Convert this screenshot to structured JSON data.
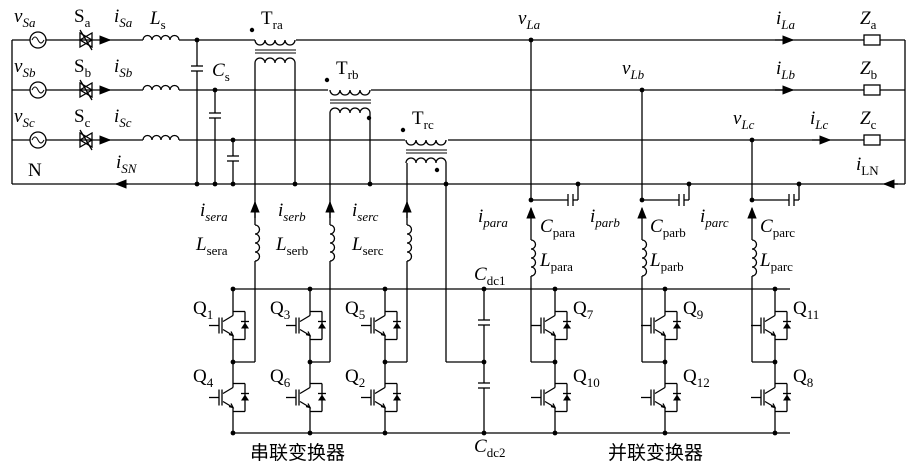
{
  "sources": [
    {
      "label": "v",
      "sub": "Sa"
    },
    {
      "label": "v",
      "sub": "Sb"
    },
    {
      "label": "v",
      "sub": "Sc"
    }
  ],
  "switches": [
    {
      "label": "S",
      "sub": "a"
    },
    {
      "label": "S",
      "sub": "b"
    },
    {
      "label": "S",
      "sub": "c"
    }
  ],
  "line_currents": [
    {
      "label": "i",
      "sub": "Sa"
    },
    {
      "label": "i",
      "sub": "Sb"
    },
    {
      "label": "i",
      "sub": "Sc"
    }
  ],
  "neutral": {
    "label": "N",
    "current": "i",
    "current_sub": "SN"
  },
  "source_inductor": {
    "label": "L",
    "sub": "s"
  },
  "source_cap": {
    "label": "C",
    "sub": "s"
  },
  "transformers": [
    {
      "label": "T",
      "sub": "ra"
    },
    {
      "label": "T",
      "sub": "rb"
    },
    {
      "label": "T",
      "sub": "rc"
    }
  ],
  "load_voltages": [
    {
      "label": "v",
      "sub": "La"
    },
    {
      "label": "v",
      "sub": "Lb"
    },
    {
      "label": "v",
      "sub": "Lc"
    }
  ],
  "load_currents": [
    {
      "label": "i",
      "sub": "La"
    },
    {
      "label": "i",
      "sub": "Lb"
    },
    {
      "label": "i",
      "sub": "Lc"
    }
  ],
  "loads": [
    {
      "label": "Z",
      "sub": "a"
    },
    {
      "label": "Z",
      "sub": "b"
    },
    {
      "label": "Z",
      "sub": "c"
    }
  ],
  "load_neutral_current": {
    "label": "i",
    "sub": "LN"
  },
  "series_currents": [
    {
      "label": "i",
      "sub": "sera"
    },
    {
      "label": "i",
      "sub": "serb"
    },
    {
      "label": "i",
      "sub": "serc"
    }
  ],
  "series_inductors": [
    {
      "label": "L",
      "sub": "sera"
    },
    {
      "label": "L",
      "sub": "serb"
    },
    {
      "label": "L",
      "sub": "serc"
    }
  ],
  "parallel_currents": [
    {
      "label": "i",
      "sub": "para"
    },
    {
      "label": "i",
      "sub": "parb"
    },
    {
      "label": "i",
      "sub": "parc"
    }
  ],
  "parallel_caps": [
    {
      "label": "C",
      "sub": "para"
    },
    {
      "label": "C",
      "sub": "parb"
    },
    {
      "label": "C",
      "sub": "parc"
    }
  ],
  "parallel_inductors": [
    {
      "label": "L",
      "sub": "para"
    },
    {
      "label": "L",
      "sub": "parb"
    },
    {
      "label": "L",
      "sub": "parc"
    }
  ],
  "dc_caps": [
    {
      "label": "C",
      "sub": "dc1"
    },
    {
      "label": "C",
      "sub": "dc2"
    }
  ],
  "switches_igbt": {
    "Q1": "1",
    "Q3": "3",
    "Q5": "5",
    "Q4": "4",
    "Q6": "6",
    "Q2": "2",
    "Q7": "7",
    "Q9": "9",
    "Q11": "11",
    "Q10": "10",
    "Q12": "12",
    "Q8": "8"
  },
  "q_letter": "Q",
  "converters": {
    "series": "串联变换器",
    "parallel": "并联变换器"
  }
}
